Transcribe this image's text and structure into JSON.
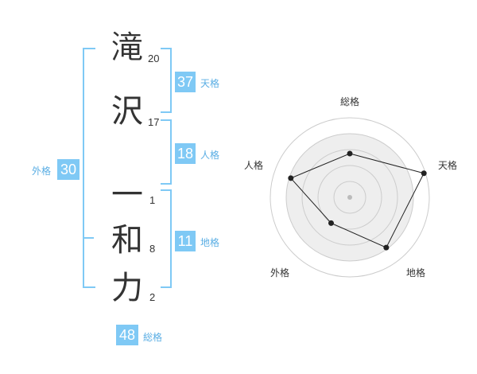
{
  "characters": [
    {
      "char": "滝",
      "strokes": "20"
    },
    {
      "char": "沢",
      "strokes": "17"
    },
    {
      "char": "一",
      "strokes": "1"
    },
    {
      "char": "和",
      "strokes": "8"
    },
    {
      "char": "力",
      "strokes": "2"
    }
  ],
  "fortunes": {
    "tenkaku": {
      "value": "37",
      "label": "天格"
    },
    "jinkaku": {
      "value": "18",
      "label": "人格"
    },
    "chikaku": {
      "value": "11",
      "label": "地格"
    },
    "gaikaku": {
      "value": "30",
      "label": "外格"
    },
    "soukaku": {
      "value": "48",
      "label": "総格"
    }
  },
  "radar": {
    "axes": [
      "総格",
      "天格",
      "地格",
      "外格",
      "人格"
    ],
    "values": [
      0.55,
      0.98,
      0.78,
      0.4,
      0.78
    ],
    "colors": {
      "fill": "#eeeeee",
      "ring": "#cccccc",
      "line": "#222222",
      "accent": "#7fc9f5"
    }
  }
}
